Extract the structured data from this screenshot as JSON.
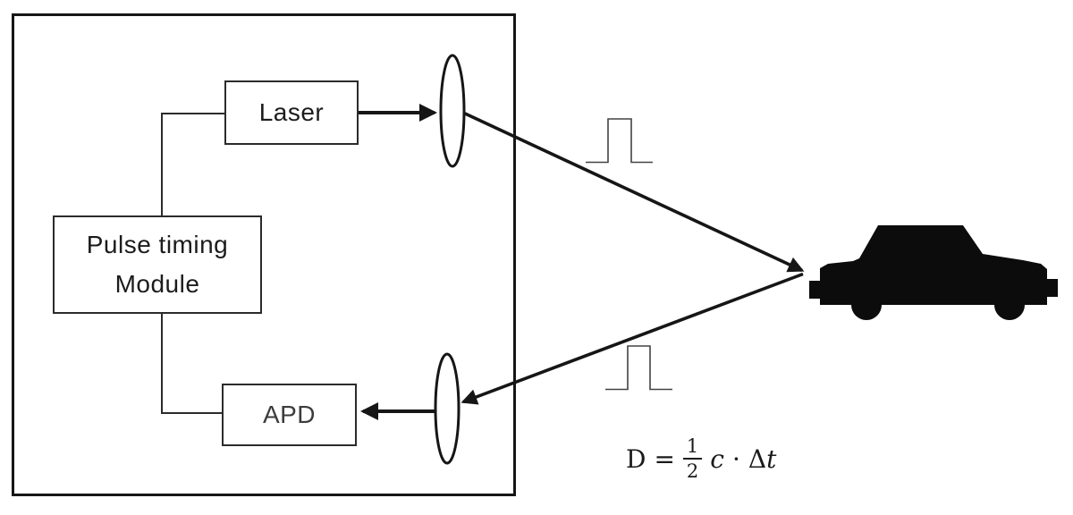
{
  "diagram": {
    "description": "LiDAR time-of-flight ranging schematic",
    "colors": {
      "background": "#ffffff",
      "line": "#161616",
      "pulse_line": "#434343",
      "car_fill": "#0c0c0c"
    },
    "boxes": {
      "laser": {
        "label": "Laser"
      },
      "pulse_timing": {
        "line1": "Pulse timing",
        "line2": "Module"
      },
      "apd": {
        "label": "APD"
      }
    },
    "formula": {
      "lhs": "D",
      "equals": "=",
      "numerator": "1",
      "denominator": "2",
      "speed": "c",
      "dot": "·",
      "delta": "Δ",
      "time": "t"
    },
    "icons": {
      "transmit_lens": "lens-ellipse",
      "receive_lens": "lens-ellipse",
      "target": "car-silhouette",
      "outgoing_pulse": "square-pulse",
      "return_pulse": "square-pulse"
    }
  }
}
